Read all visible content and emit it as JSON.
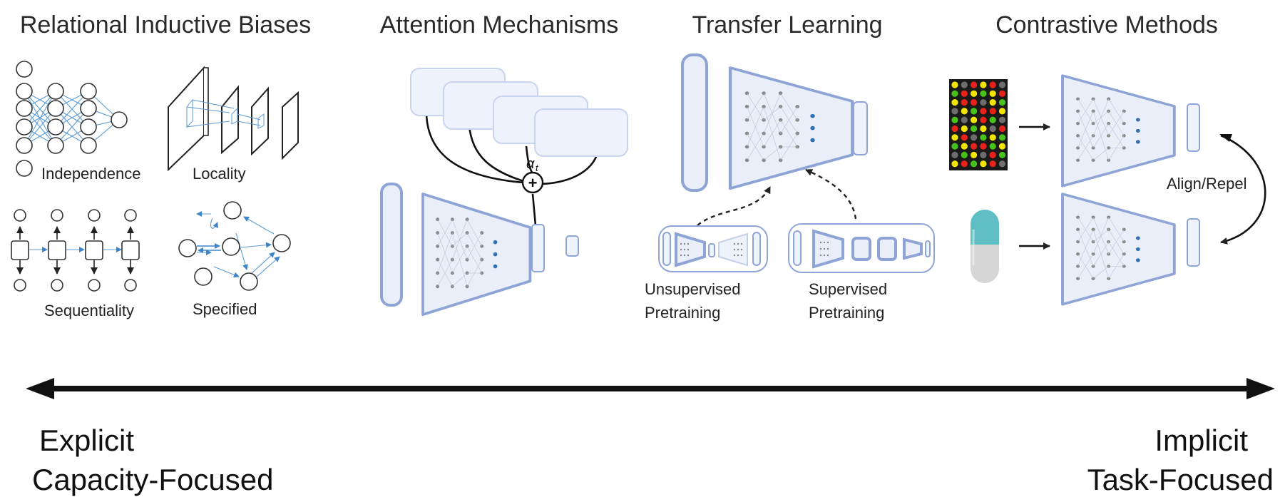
{
  "sections": {
    "relational": {
      "title": "Relational Inductive Biases",
      "independence": "Independence",
      "locality": "Locality",
      "sequentiality": "Sequentiality",
      "specified": "Specified"
    },
    "attention": {
      "title": "Attention Mechanisms",
      "alpha": "α",
      "alpha_sub": "t",
      "plus": "+"
    },
    "transfer": {
      "title": "Transfer Learning",
      "unsup_line1": "Unsupervised",
      "unsup_line2": "Pretraining",
      "sup_line1": "Supervised",
      "sup_line2": "Pretraining"
    },
    "contrastive": {
      "title": "Contrastive Methods",
      "align": "Align/Repel"
    }
  },
  "axis": {
    "left_line1": "Explicit",
    "left_line2": "Capacity-Focused",
    "right_line1": "Implicit",
    "right_line2": "Task-Focused"
  },
  "colors": {
    "frame_stroke": "#8ea4d6",
    "frame_fill": "#e9eef9",
    "edge_blue": "#5b9bd5",
    "capsule_top": "#5fbfc4",
    "capsule_bottom": "#d9d9d9",
    "matrix_colors": [
      "#f2e600",
      "#46c21a",
      "#e8221a",
      "#6e6e6e"
    ]
  }
}
